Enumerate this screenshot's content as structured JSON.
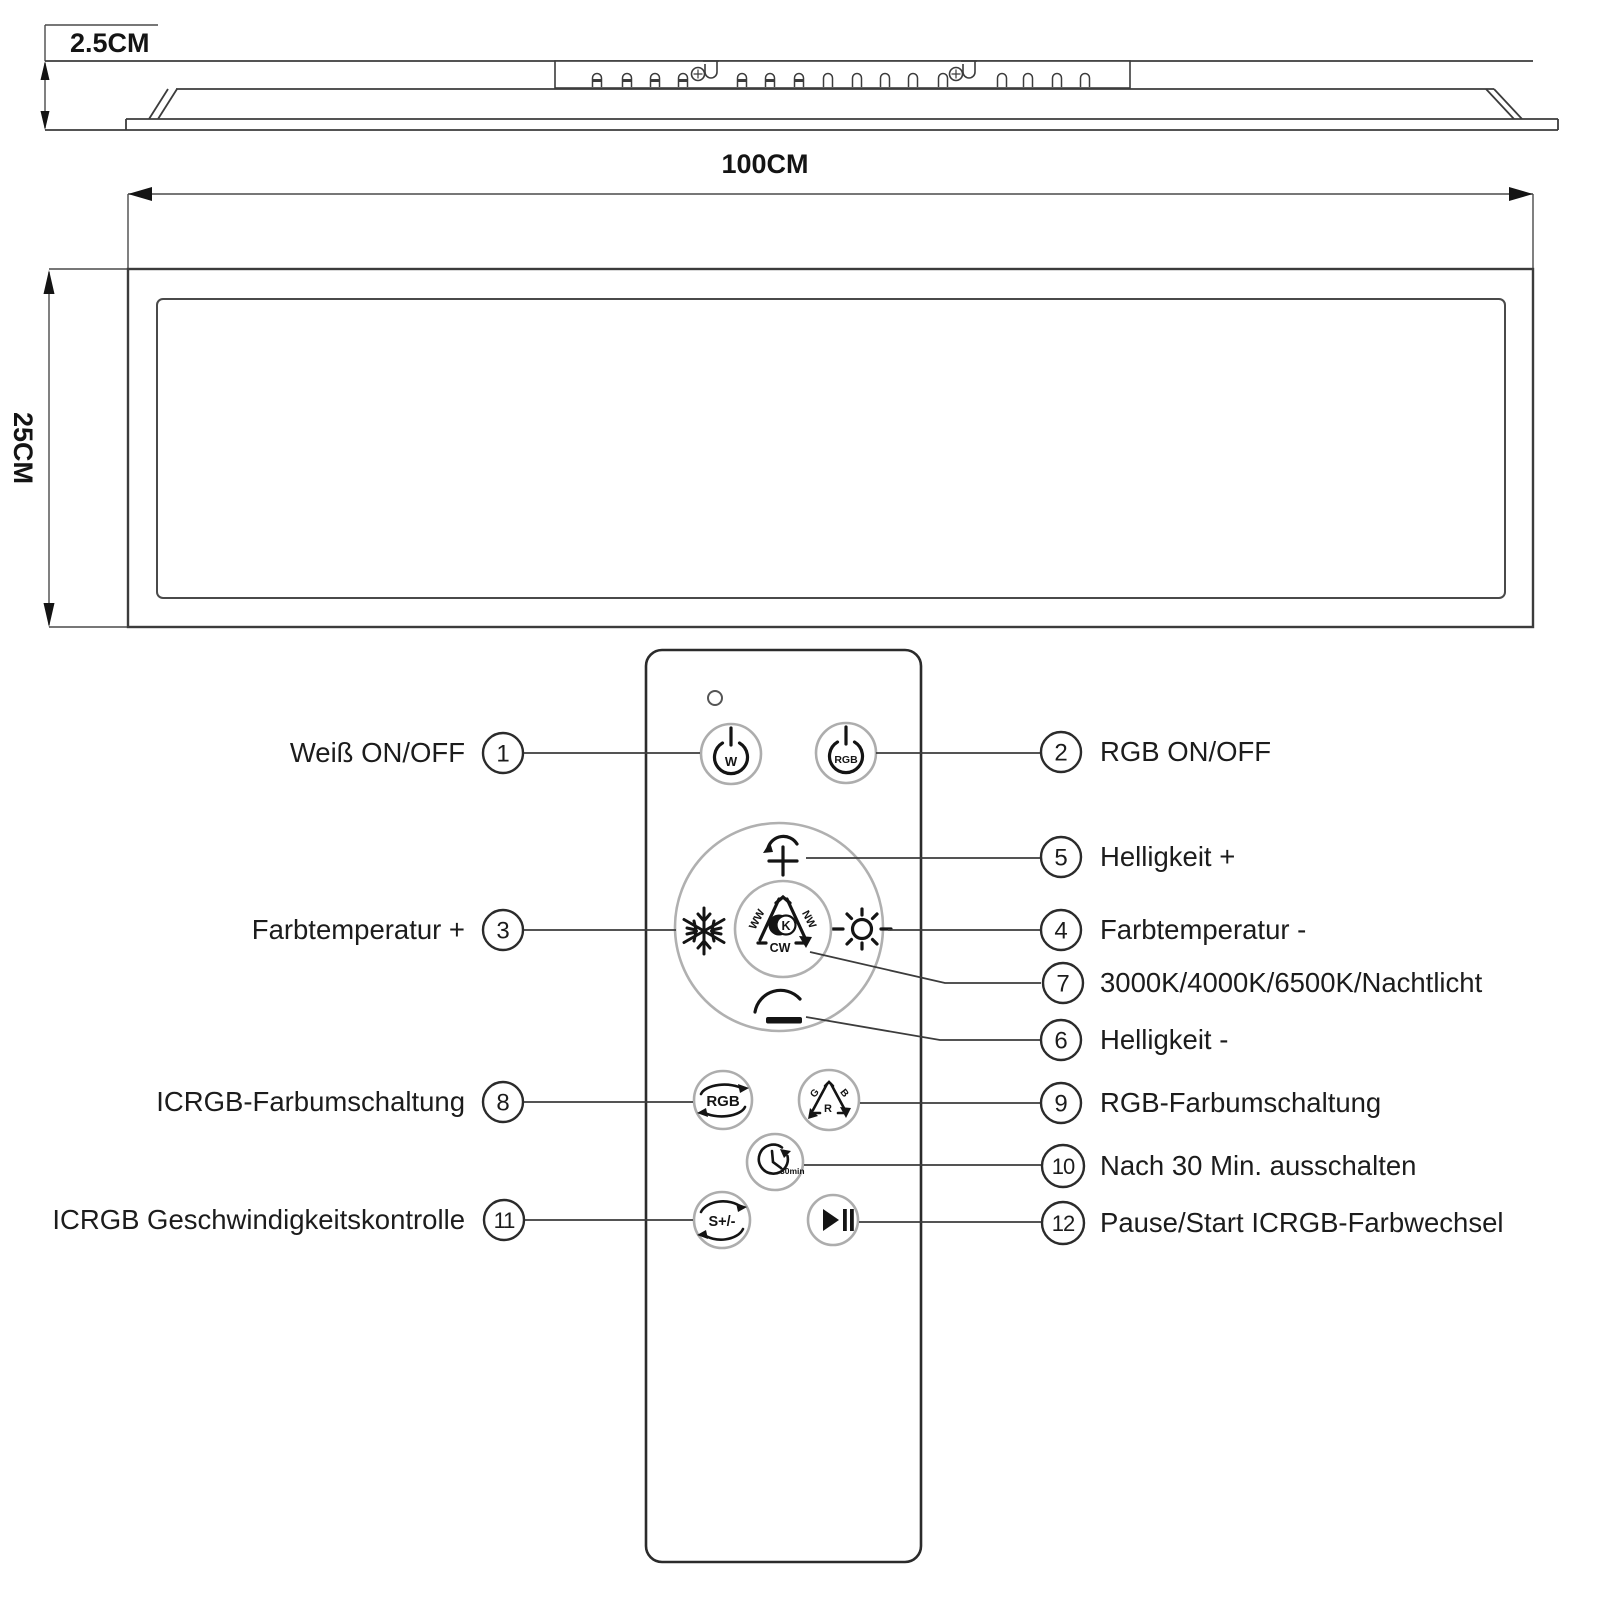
{
  "dimensions": {
    "height_label": "2.5CM",
    "width_label": "100CM",
    "depth_label": "25CM"
  },
  "remote": {
    "power_white_label": "W",
    "power_rgb_label": "RGB",
    "center_button": {
      "ww": "WW",
      "nw": "NW",
      "cw": "CW",
      "k": "K"
    },
    "rgb_cycle_label": "RGB",
    "color_triangle": {
      "g": "G",
      "b": "B",
      "r": "R"
    },
    "timer_label": "30min",
    "speed_label": "S+/-"
  },
  "callouts": {
    "left": [
      {
        "num": "1",
        "label": "Weiß ON/OFF"
      },
      {
        "num": "3",
        "label": "Farbtemperatur +"
      },
      {
        "num": "8",
        "label": "ICRGB-Farbumschaltung"
      },
      {
        "num": "11",
        "label": "ICRGB Geschwindigkeitskontrolle"
      }
    ],
    "right": [
      {
        "num": "2",
        "label": "RGB ON/OFF"
      },
      {
        "num": "5",
        "label": "Helligkeit +"
      },
      {
        "num": "4",
        "label": "Farbtemperatur -"
      },
      {
        "num": "7",
        "label": "3000K/4000K/6500K/Nachtlicht"
      },
      {
        "num": "6",
        "label": "Helligkeit -"
      },
      {
        "num": "9",
        "label": "RGB-Farbumschaltung"
      },
      {
        "num": "10",
        "label": "Nach 30 Min. ausschalten"
      },
      {
        "num": "12",
        "label": "Pause/Start ICRGB-Farbwechsel"
      }
    ]
  },
  "colors": {
    "line": "#3c3c3c",
    "ink": "#141414",
    "button_ring": "#adadad"
  }
}
